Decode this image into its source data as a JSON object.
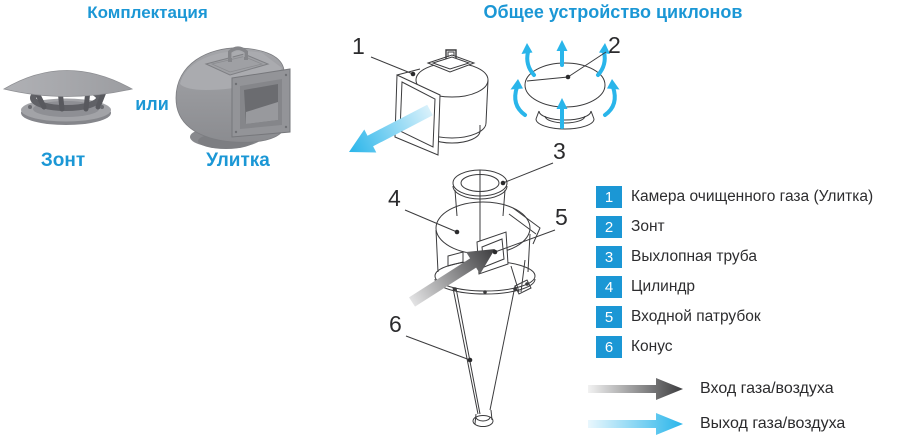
{
  "left_section": {
    "title": "Комплектация",
    "or_text": "или",
    "items": [
      {
        "name": "cap",
        "label": "Зонт"
      },
      {
        "name": "volute",
        "label": "Улитка"
      }
    ]
  },
  "right_section": {
    "title": "Общее устройство циклонов",
    "part_numbers": [
      "1",
      "2",
      "3",
      "4",
      "5",
      "6"
    ],
    "legend": [
      {
        "num": "1",
        "label": "Камера очищенного газа (Улитка)"
      },
      {
        "num": "2",
        "label": "Зонт"
      },
      {
        "num": "3",
        "label": "Выхлопная труба"
      },
      {
        "num": "4",
        "label": "Цилиндр"
      },
      {
        "num": "5",
        "label": "Входной патрубок"
      },
      {
        "num": "6",
        "label": "Конус"
      }
    ],
    "flow_legend": [
      {
        "direction": "inlet",
        "label": "Вход газа/воздуха",
        "color": "#414143"
      },
      {
        "direction": "outlet",
        "label": "Выход газа/воздуха",
        "color": "#29b5ea"
      }
    ]
  },
  "colors": {
    "accent_blue": "#1b97d5",
    "flow_in_dark": "#414143",
    "flow_out_blue": "#29b5ea",
    "line_art": "#3b3b3d"
  }
}
